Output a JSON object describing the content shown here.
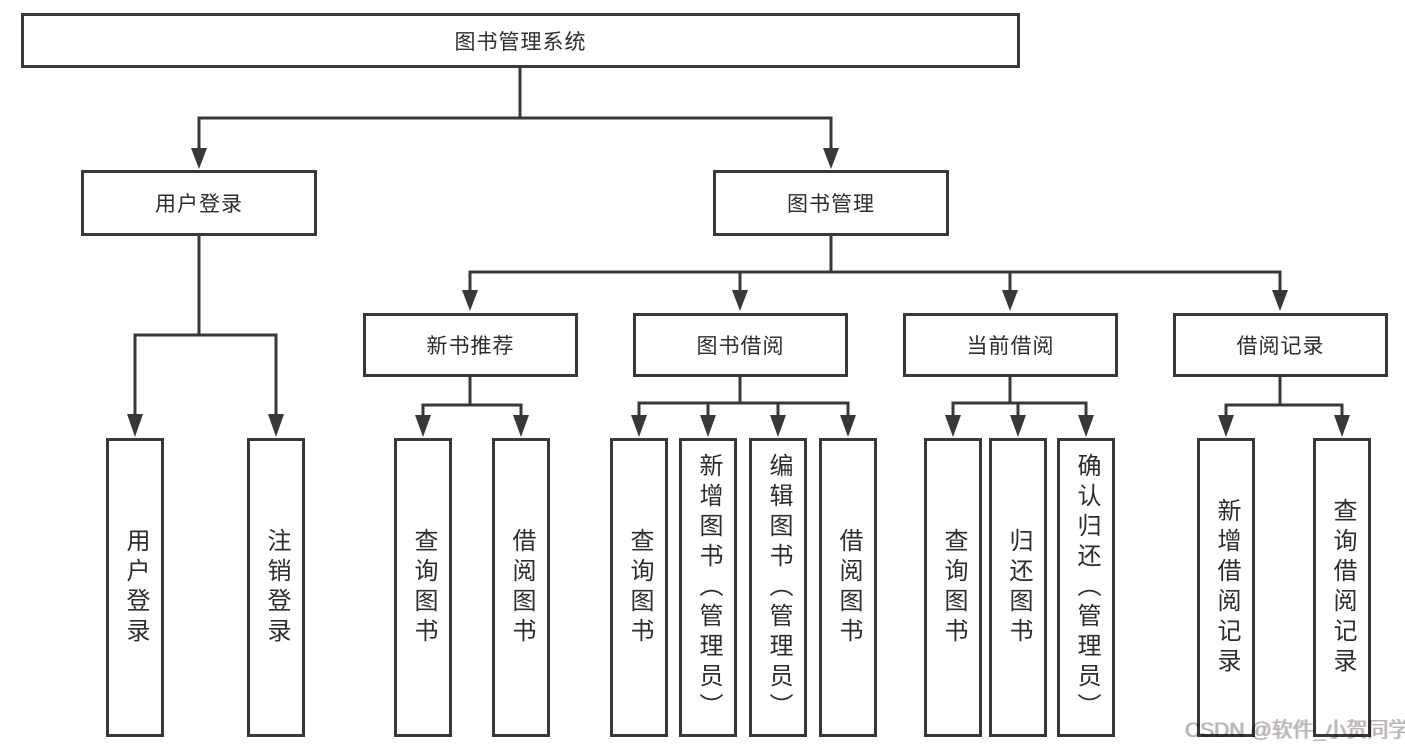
{
  "nodes": {
    "root": {
      "label": "图书管理系统"
    },
    "user_login": {
      "label": "用户登录"
    },
    "book_management": {
      "label": "图书管理"
    },
    "new_book_recommend": {
      "label": "新书推荐"
    },
    "book_borrow": {
      "label": "图书借阅"
    },
    "current_borrow": {
      "label": "当前借阅"
    },
    "borrow_records": {
      "label": "借阅记录"
    },
    "leaf_user_login": {
      "label": "用户登录"
    },
    "leaf_logout": {
      "label": "注销登录"
    },
    "leaf_recommend_query_book": {
      "label": "查询图书"
    },
    "leaf_recommend_borrow_book": {
      "label": "借阅图书"
    },
    "leaf_borrow_query_book": {
      "label": "查询图书"
    },
    "leaf_borrow_add_book": {
      "label": "新增图书（管理员）"
    },
    "leaf_borrow_edit_book": {
      "label": "编辑图书（管理员）"
    },
    "leaf_borrow_borrow_book": {
      "label": "借阅图书"
    },
    "leaf_current_query_book": {
      "label": "查询图书"
    },
    "leaf_current_return_book": {
      "label": "归还图书"
    },
    "leaf_current_confirm_return": {
      "label": "确认归还（管理员）"
    },
    "leaf_records_add_record": {
      "label": "新增借阅记录"
    },
    "leaf_records_query_record": {
      "label": "查询借阅记录"
    }
  },
  "watermark": {
    "text": "CSDN @软件_小贺同学"
  },
  "colors": {
    "line": "#383838",
    "border": "#383838",
    "text": "#2d2d2d",
    "box_fill": "#ffffff",
    "background": "#ffffff",
    "watermark": "#b5b5b5"
  }
}
